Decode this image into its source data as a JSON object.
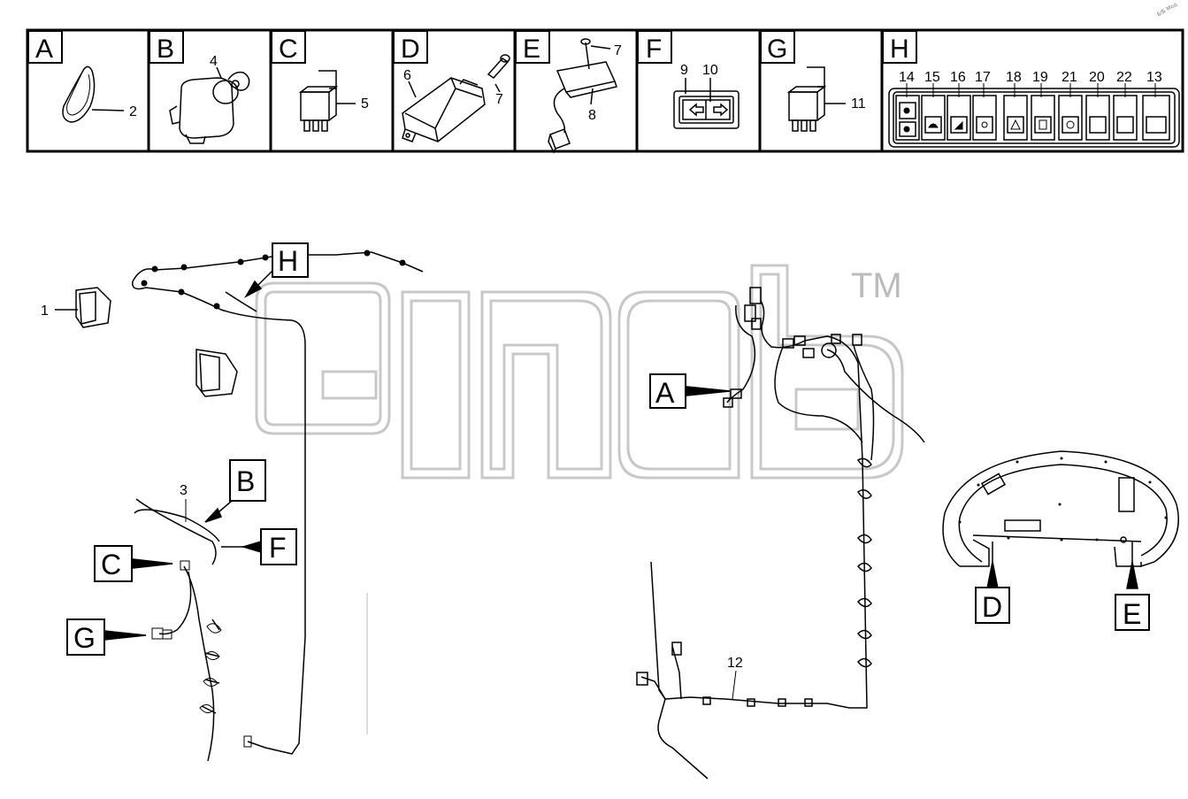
{
  "panels": [
    {
      "letter": "A",
      "parts": [
        "2"
      ]
    },
    {
      "letter": "B",
      "parts": [
        "4"
      ]
    },
    {
      "letter": "C",
      "parts": [
        "5"
      ]
    },
    {
      "letter": "D",
      "parts": [
        "6",
        "7"
      ]
    },
    {
      "letter": "E",
      "parts": [
        "7",
        "8"
      ]
    },
    {
      "letter": "F",
      "parts": [
        "9",
        "10"
      ]
    },
    {
      "letter": "G",
      "parts": [
        "11"
      ]
    },
    {
      "letter": "H",
      "parts": [
        "14",
        "15",
        "16",
        "17",
        "18",
        "19",
        "21",
        "20",
        "22",
        "13"
      ]
    }
  ],
  "callouts": {
    "H": "H",
    "B": "B",
    "F": "F",
    "C": "C",
    "G": "G",
    "A": "A",
    "D": "D",
    "E": "E"
  },
  "part_labels": {
    "p1": "1",
    "p3": "3",
    "p12": "12"
  },
  "watermark": {
    "trademark": "TM"
  },
  "corner_text": "Б/Б Мод"
}
